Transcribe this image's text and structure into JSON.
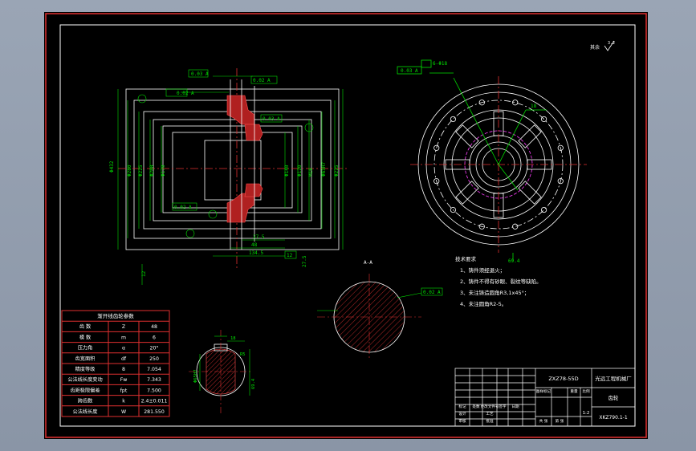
{
  "drawing": {
    "model_no": "ZXZ78-55D",
    "roughness": "其余",
    "roughness_value": "3.2",
    "section_label": "A-A",
    "tech_req": {
      "title": "技术要求",
      "items": [
        "1、铸件须经退火；",
        "2、铸件不得有砂眼、裂纹等缺陷。",
        "3、未注铸造圆角R3,1x45°；",
        "4、未注圆角R2-5。"
      ]
    },
    "gear_table": {
      "title": "渐开线齿轮参数",
      "rows": [
        [
          "齿 数",
          "Z",
          "48"
        ],
        [
          "模 数",
          "m",
          "6"
        ],
        [
          "压力角",
          "α",
          "20°"
        ],
        [
          "齿宽面积",
          "df",
          "250"
        ],
        [
          "精度等级",
          "8",
          "7.054"
        ],
        [
          "公法线长度变动",
          "Fw",
          "7.343"
        ],
        [
          "齿距极限偏差",
          "fpt",
          "7.500"
        ],
        [
          "跨齿数",
          "k",
          "2.4±0.011"
        ],
        [
          "公法线长度",
          "W",
          "281.550"
        ]
      ]
    },
    "title_block": {
      "company": "光远工程机械厂",
      "part_name": "齿轮",
      "drawing_no": "ZXZ78-55D",
      "scale": "1:2",
      "part_code": "XKZ790.1-1",
      "cells": [
        "标记",
        "处数",
        "更改文件号",
        "签字",
        "日期",
        "设计",
        "审核",
        "工艺",
        "批准",
        "共 张",
        "第 张",
        "图样标记",
        "重量",
        "比例"
      ]
    },
    "dims": {
      "d1": "Φ280",
      "d2": "Φ225",
      "d3": "Φ200",
      "d4": "Φ170",
      "d5": "Φ140",
      "d6": "Φ120",
      "d7": "M16",
      "d8": "Φ432",
      "len1": "134.5",
      "len2": "48",
      "len3": "27.5",
      "len4": "12",
      "tol1": "0.02 A",
      "tol2": "0.03 A",
      "bore": "Φ65H7",
      "keyway": "18",
      "key_depth": "69.4",
      "holes": "6-Φ18",
      "rr": "R5"
    }
  }
}
